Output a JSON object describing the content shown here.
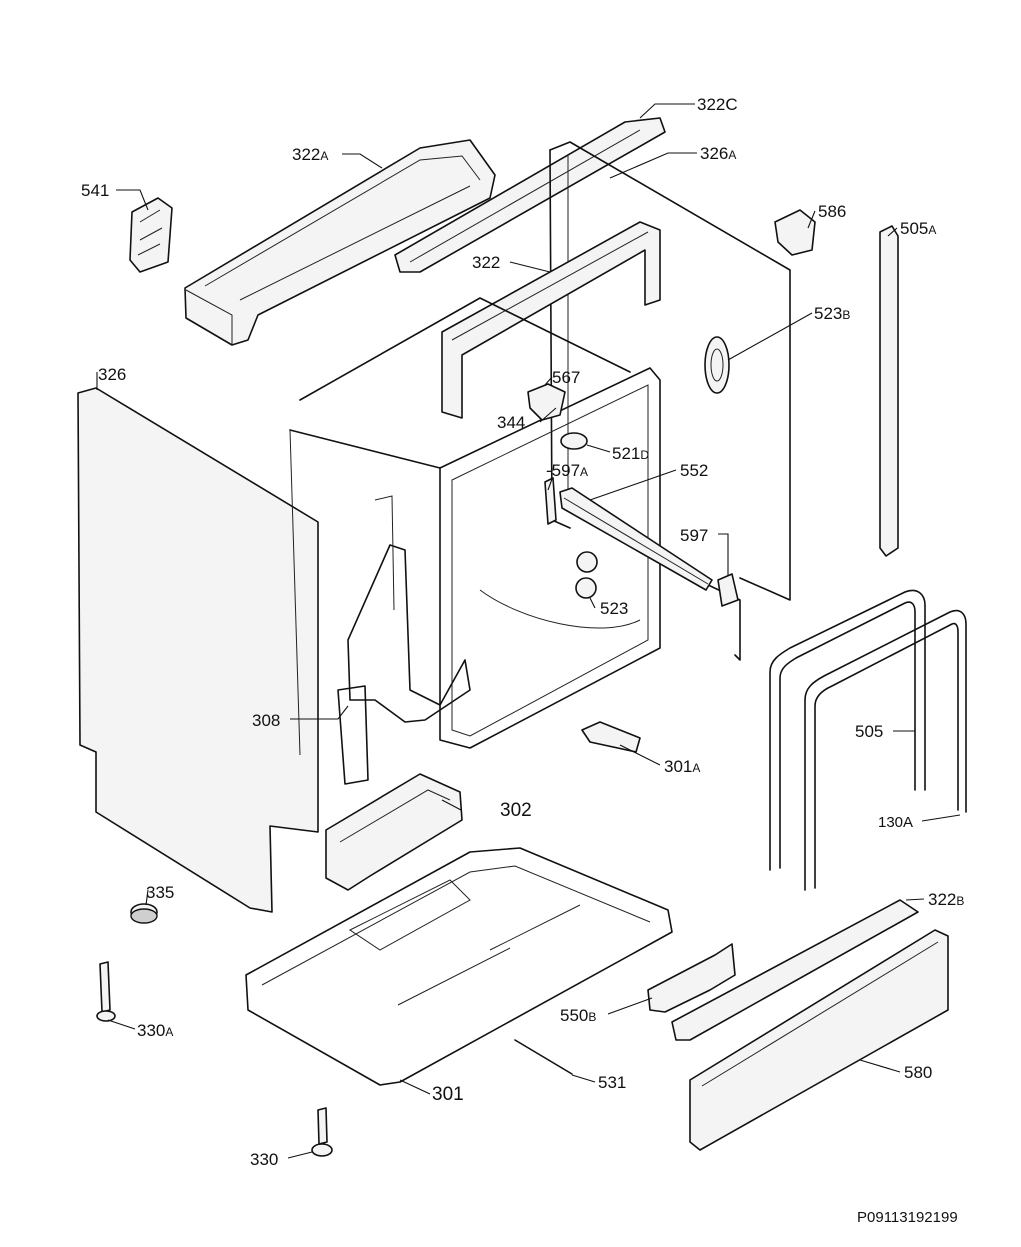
{
  "labels": {
    "l322c": "322C",
    "l322a_num": "322",
    "l322a_suf": "A",
    "l326a_num": "326",
    "l326a_suf": "A",
    "l541": "541",
    "l586": "586",
    "l505a_num": "505",
    "l505a_suf": "A",
    "l322": "322",
    "l523b_num": "523",
    "l523b_suf": "B",
    "l326": "326",
    "l567": "567",
    "l344": "344",
    "l521d_num": "521",
    "l521d_suf": "D",
    "l597a_num": "-597",
    "l597a_suf": "A",
    "l552": "552",
    "l597": "597",
    "l523": "523",
    "l308": "308",
    "l505": "505",
    "l301a_num": "301",
    "l301a_suf": "A",
    "l302": "302",
    "l130a": "130A",
    "l335": "335",
    "l322b_num": "322",
    "l322b_suf": "B",
    "l330a_num": "330",
    "l330a_suf": "A",
    "l550b_num": "550",
    "l550b_suf": "B",
    "l580": "580",
    "l531": "531",
    "l301": "301",
    "l330": "330"
  },
  "reference": "P09113192199"
}
